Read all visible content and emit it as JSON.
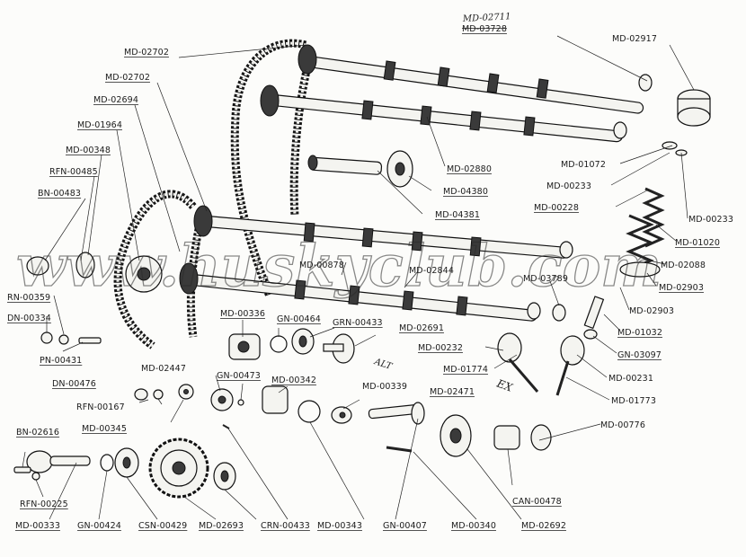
{
  "labels": [
    {
      "id": "md03728",
      "text": "MD-03728",
      "struck": true
    },
    {
      "id": "md02702a",
      "text": "MD-02702"
    },
    {
      "id": "md02702b",
      "text": "MD-02702"
    },
    {
      "id": "md02694",
      "text": "MD-02694"
    },
    {
      "id": "md01964",
      "text": "MD-01964"
    },
    {
      "id": "md00348",
      "text": "MD-00348"
    },
    {
      "id": "rfn00485",
      "text": "RFN-00485"
    },
    {
      "id": "bn00483",
      "text": "BN-00483"
    },
    {
      "id": "md02917",
      "text": "MD-02917"
    },
    {
      "id": "md02880",
      "text": "MD-02880"
    },
    {
      "id": "md04380",
      "text": "MD-04380"
    },
    {
      "id": "md04381",
      "text": "MD-04381"
    },
    {
      "id": "md01072",
      "text": "MD-01072"
    },
    {
      "id": "md00233a",
      "text": "MD-00233"
    },
    {
      "id": "md00228",
      "text": "MD-00228"
    },
    {
      "id": "md00233b",
      "text": "MD-00233"
    },
    {
      "id": "md01020",
      "text": "MD-01020"
    },
    {
      "id": "md02088",
      "text": "MD-02088"
    },
    {
      "id": "md02903a",
      "text": "MD-02903"
    },
    {
      "id": "md00878",
      "text": "MD-00878"
    },
    {
      "id": "md02844",
      "text": "MD-02844"
    },
    {
      "id": "md03789",
      "text": "MD-03789"
    },
    {
      "id": "md02903b",
      "text": "MD-02903"
    },
    {
      "id": "rn00359",
      "text": "RN-00359"
    },
    {
      "id": "dn00334",
      "text": "DN-00334"
    },
    {
      "id": "pn00431",
      "text": "PN-00431"
    },
    {
      "id": "md00336",
      "text": "MD-00336"
    },
    {
      "id": "gn00464",
      "text": "GN-00464"
    },
    {
      "id": "grn00433",
      "text": "GRN-00433"
    },
    {
      "id": "md02691",
      "text": "MD-02691"
    },
    {
      "id": "md01032",
      "text": "MD-01032"
    },
    {
      "id": "md00232",
      "text": "MD-00232"
    },
    {
      "id": "gn03097",
      "text": "GN-03097"
    },
    {
      "id": "md01774",
      "text": "MD-01774"
    },
    {
      "id": "md00231",
      "text": "MD-00231"
    },
    {
      "id": "md02447",
      "text": "MD-02447"
    },
    {
      "id": "gn00473",
      "text": "GN-00473"
    },
    {
      "id": "md00342",
      "text": "MD-00342"
    },
    {
      "id": "dn00476",
      "text": "DN-00476"
    },
    {
      "id": "md00339",
      "text": "MD-00339"
    },
    {
      "id": "md02471",
      "text": "MD-02471"
    },
    {
      "id": "md01773",
      "text": "MD-01773"
    },
    {
      "id": "rfn00167",
      "text": "RFN-00167"
    },
    {
      "id": "md00345",
      "text": "MD-00345"
    },
    {
      "id": "md00776",
      "text": "MD-00776"
    },
    {
      "id": "bn02616",
      "text": "BN-02616"
    },
    {
      "id": "can00478",
      "text": "CAN-00478"
    },
    {
      "id": "rfn00225",
      "text": "RFN-00225"
    },
    {
      "id": "md00333",
      "text": "MD-00333"
    },
    {
      "id": "gn00424",
      "text": "GN-00424"
    },
    {
      "id": "csn00429",
      "text": "CSN-00429"
    },
    {
      "id": "md02693",
      "text": "MD-02693"
    },
    {
      "id": "crn00433",
      "text": "CRN-00433"
    },
    {
      "id": "md00343",
      "text": "MD-00343"
    },
    {
      "id": "gn00407",
      "text": "GN-00407"
    },
    {
      "id": "md00340",
      "text": "MD-00340"
    },
    {
      "id": "md02692",
      "text": "MD-02692"
    }
  ],
  "handwritten": {
    "correction": "MD-02711",
    "exhaust": "EX",
    "alt": "ALT"
  },
  "watermark": "www.huskyclub.com"
}
